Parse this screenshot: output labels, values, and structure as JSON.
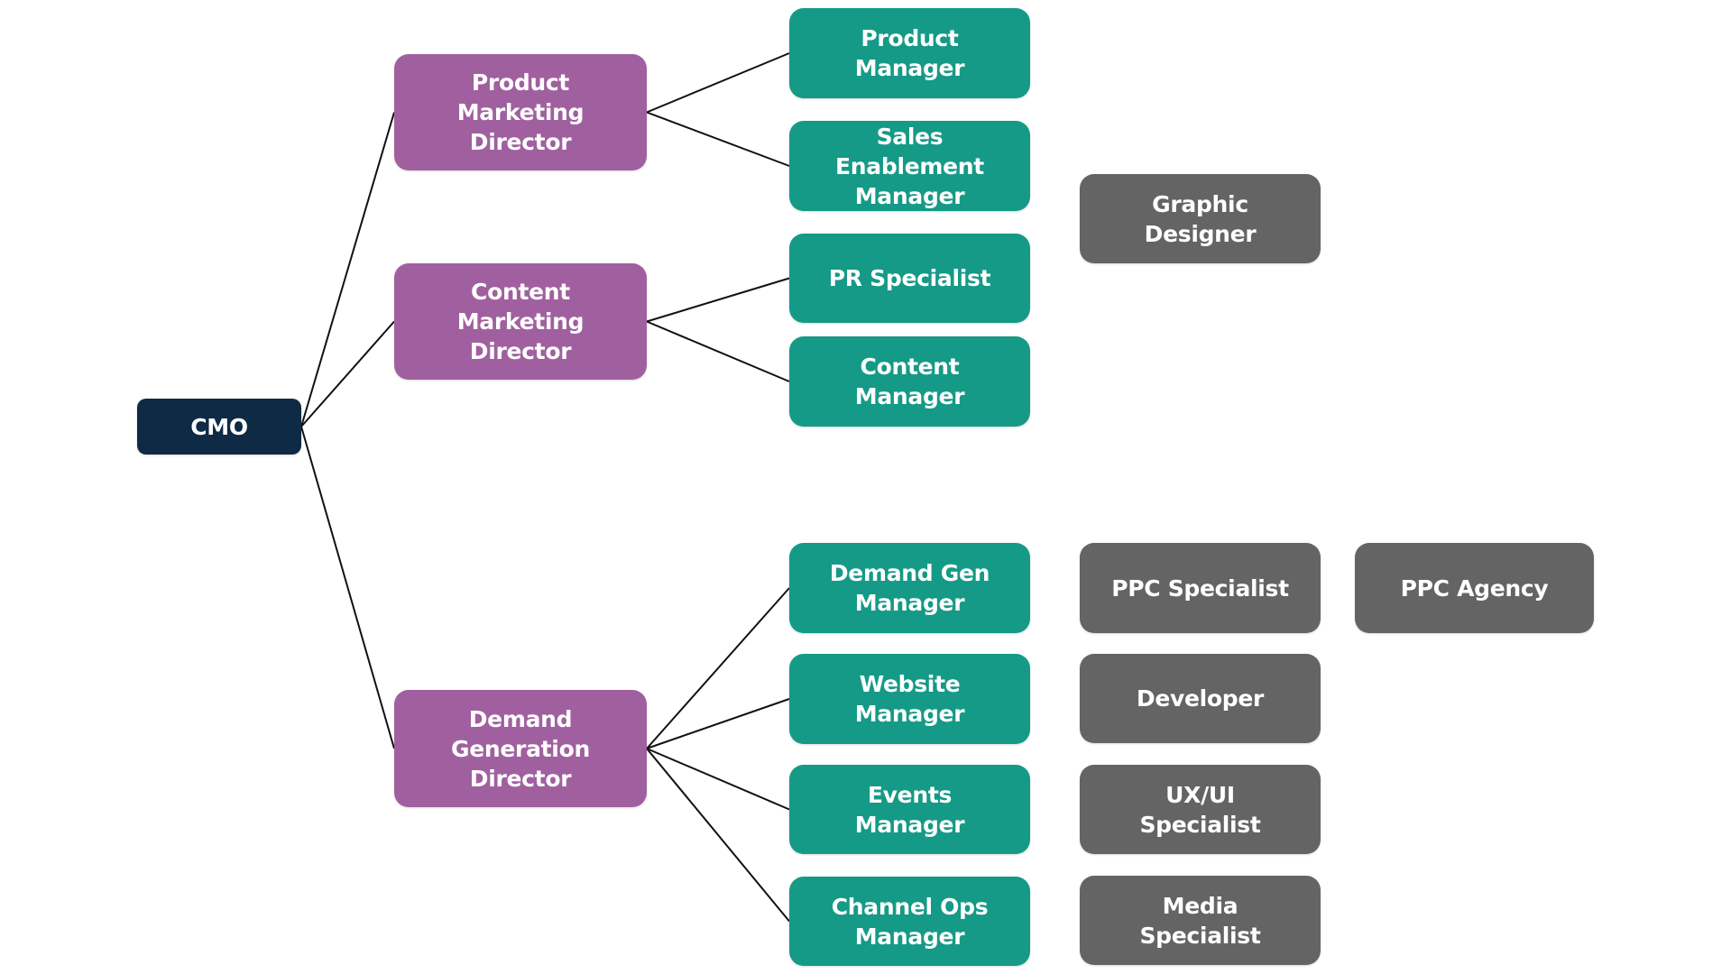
{
  "diagram": {
    "type": "org-chart",
    "colors": {
      "root": "#0F2A44",
      "director": "#A0609F",
      "manager": "#159A87",
      "support": "#646464",
      "connector": "#111111",
      "text": "#FFFFFF"
    },
    "nodes": [
      {
        "id": "cmo",
        "label": "CMO",
        "level": "root"
      },
      {
        "id": "product-marketing-director",
        "label": "Product\nMarketing\nDirector",
        "level": "director",
        "parent": "cmo"
      },
      {
        "id": "content-marketing-director",
        "label": "Content\nMarketing\nDirector",
        "level": "director",
        "parent": "cmo"
      },
      {
        "id": "demand-generation-director",
        "label": "Demand\nGeneration\nDirector",
        "level": "director",
        "parent": "cmo"
      },
      {
        "id": "product-manager",
        "label": "Product\nManager",
        "level": "manager",
        "parent": "product-marketing-director"
      },
      {
        "id": "sales-enablement-manager",
        "label": "Sales\nEnablement\nManager",
        "level": "manager",
        "parent": "product-marketing-director"
      },
      {
        "id": "pr-specialist",
        "label": "PR Specialist",
        "level": "manager",
        "parent": "content-marketing-director"
      },
      {
        "id": "content-manager",
        "label": "Content\nManager",
        "level": "manager",
        "parent": "content-marketing-director"
      },
      {
        "id": "demand-gen-manager",
        "label": "Demand Gen\nManager",
        "level": "manager",
        "parent": "demand-generation-director"
      },
      {
        "id": "website-manager",
        "label": "Website\nManager",
        "level": "manager",
        "parent": "demand-generation-director"
      },
      {
        "id": "events-manager",
        "label": "Events\nManager",
        "level": "manager",
        "parent": "demand-generation-director"
      },
      {
        "id": "channel-ops-manager",
        "label": "Channel Ops\nManager",
        "level": "manager",
        "parent": "demand-generation-director"
      },
      {
        "id": "graphic-designer",
        "label": "Graphic\nDesigner",
        "level": "support"
      },
      {
        "id": "ppc-specialist",
        "label": "PPC Specialist",
        "level": "support"
      },
      {
        "id": "ppc-agency",
        "label": "PPC Agency",
        "level": "support"
      },
      {
        "id": "developer",
        "label": "Developer",
        "level": "support"
      },
      {
        "id": "ux-ui-specialist",
        "label": "UX/UI\nSpecialist",
        "level": "support"
      },
      {
        "id": "media-specialist",
        "label": "Media\nSpecialist",
        "level": "support"
      }
    ]
  }
}
